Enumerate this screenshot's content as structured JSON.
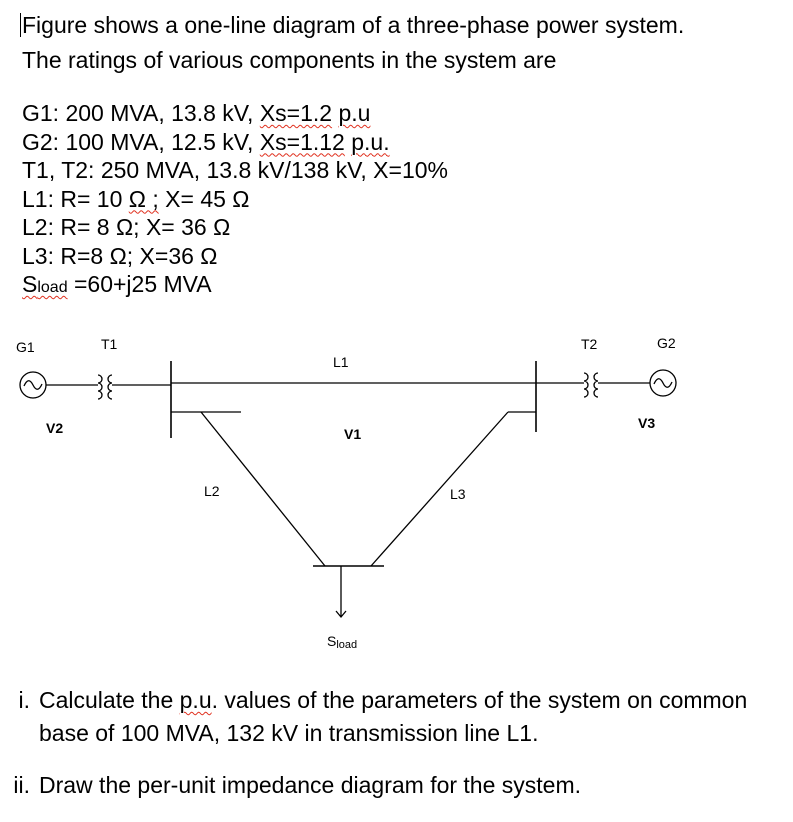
{
  "intro": {
    "line1": "Figure shows a one-line diagram of a three-phase power system.",
    "line2": "The ratings of various components in the system are"
  },
  "ratings": {
    "g1": {
      "prefix": "G1: 200 MVA, 13.8 kV, ",
      "xs": "Xs=1.2",
      "sp": " ",
      "pu": "p.u"
    },
    "g2": {
      "prefix": "G2: 100 MVA, 12.5 kV, ",
      "xs": "Xs=1.12",
      "sp": " ",
      "pu": "p.u."
    },
    "t": "T1, T2: 250 MVA, 13.8 kV/138 kV, X=10%",
    "l1": {
      "prefix": "L1: R= 10 ",
      "mid": "Ω ;",
      "suffix": " X= 45 Ω"
    },
    "l2": "L2: R= 8 Ω; X= 36 Ω",
    "l3": "L3: R=8 Ω; X=36 Ω",
    "sload": {
      "s": "S",
      "sub": "load",
      "suffix": " =60+j25 MVA"
    }
  },
  "diagram": {
    "g1": "G1",
    "t1": "T1",
    "t2": "T2",
    "g2": "G2",
    "l1": "L1",
    "l2": "L2",
    "l3": "L3",
    "v1": "V1",
    "v2": "V2",
    "v3": "V3",
    "sload_s": "S",
    "sload_sub": "load"
  },
  "questions": {
    "q1": {
      "num": "i.",
      "pre": "Calculate the ",
      "pu": "p.u",
      "post": ". values of the parameters of the system on common base of 100 MVA, 132 kV in transmission line L1."
    },
    "q2": {
      "num": "ii.",
      "text": "Draw the per-unit impedance diagram for the system."
    }
  }
}
